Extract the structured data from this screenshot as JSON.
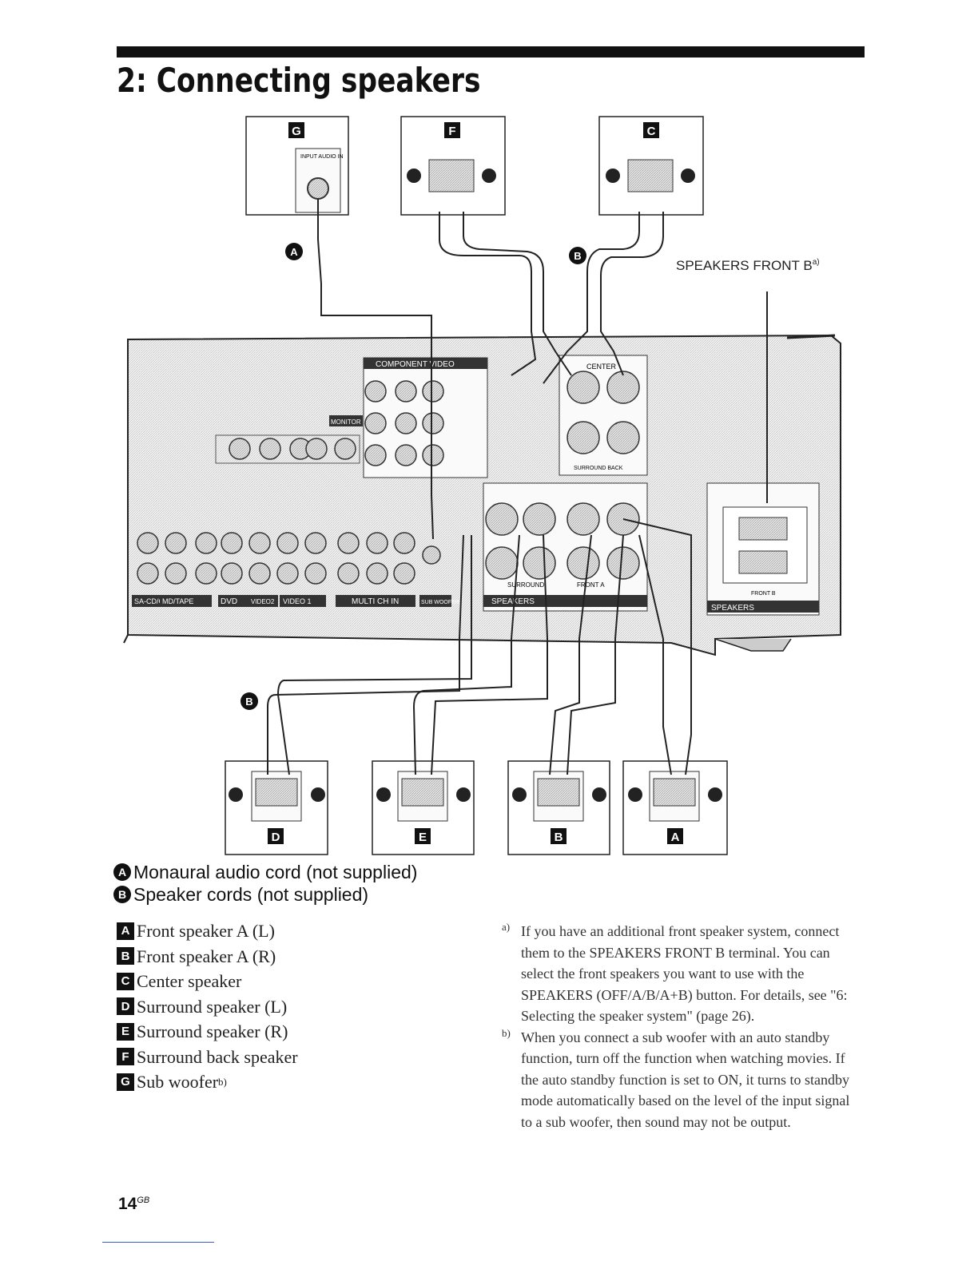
{
  "page": {
    "title": "2: Connecting speakers",
    "page_number": "14",
    "page_suffix": "GB"
  },
  "diagram": {
    "speakers_front_b_label": "SPEAKERS FRONT B",
    "speakers_front_b_note": "a)",
    "callouts": {
      "cord_a": "A",
      "cord_b": "B"
    },
    "top_boxes": [
      {
        "letter": "G"
      },
      {
        "letter": "F"
      },
      {
        "letter": "C"
      }
    ],
    "bottom_boxes": [
      {
        "letter": "D"
      },
      {
        "letter": "E"
      },
      {
        "letter": "B"
      },
      {
        "letter": "A"
      }
    ],
    "panel_labels": {
      "input_audio_in": "INPUT AUDIO IN",
      "component_video": "COMPONENT VIDEO",
      "monitor": "MONITOR",
      "center": "CENTER",
      "surround_back": "SURROUND BACK",
      "surround": "SURROUND",
      "front_a": "FRONT A",
      "speakers": "SPEAKERS",
      "speakers_right": "SPEAKERS",
      "front_b": "FRONT B",
      "sa_cd_cd": "SA-CD/CD",
      "md_tape": "MD/TAPE",
      "dvd": "DVD",
      "video2": "VIDEO2",
      "video1": "VIDEO 1",
      "multi_ch_in": "MULTI CH IN",
      "sub_woofer": "SUB WOOFER"
    }
  },
  "cords": [
    {
      "mark": "A",
      "text": "Monaural audio cord (not supplied)"
    },
    {
      "mark": "B",
      "text": "Speaker cords (not supplied)"
    }
  ],
  "legend": [
    {
      "mark": "A",
      "text": "Front speaker A (L)"
    },
    {
      "mark": "B",
      "text": "Front speaker A (R)"
    },
    {
      "mark": "C",
      "text": "Center speaker"
    },
    {
      "mark": "D",
      "text": "Surround speaker (L)"
    },
    {
      "mark": "E",
      "text": "Surround speaker (R)"
    },
    {
      "mark": "F",
      "text": "Surround back speaker"
    },
    {
      "mark": "G",
      "text": "Sub woofer",
      "note": "b)"
    }
  ],
  "notes": [
    {
      "mark": "a)",
      "text": "If you have an additional front speaker system, connect them to the SPEAKERS FRONT B terminal. You can select the front speakers you want to use with the SPEAKERS (OFF/A/B/A+B) button. For details, see \"6: Selecting the speaker system\" (page 26)."
    },
    {
      "mark": "b)",
      "text": "When you connect a sub woofer with an auto standby function, turn off the function when watching movies. If the auto standby function is set to ON, it turns to standby mode automatically based on the level of the input signal to a sub woofer, then sound may not be output."
    }
  ]
}
